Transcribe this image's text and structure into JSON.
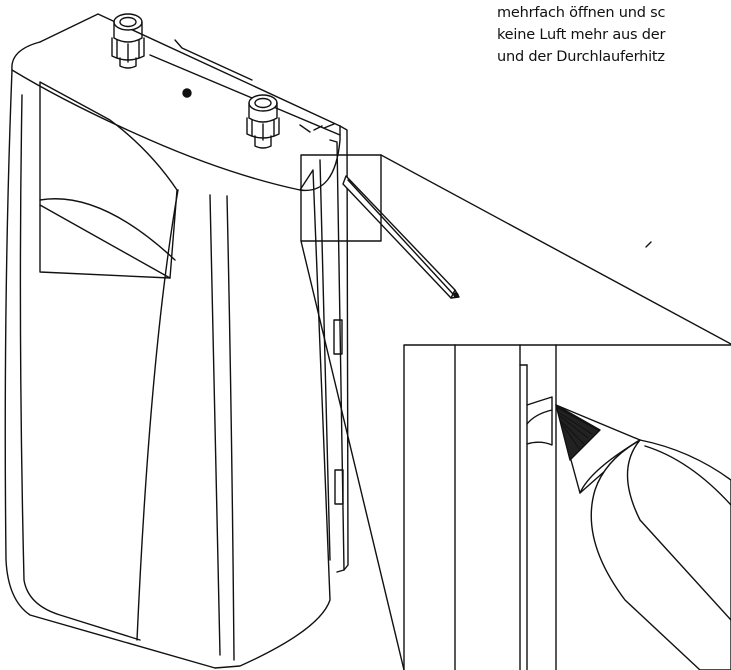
{
  "caption": {
    "lines": [
      "mehrfach öffnen und sc",
      "keine Luft mehr aus der",
      "und der Durchlauferhitz"
    ]
  }
}
